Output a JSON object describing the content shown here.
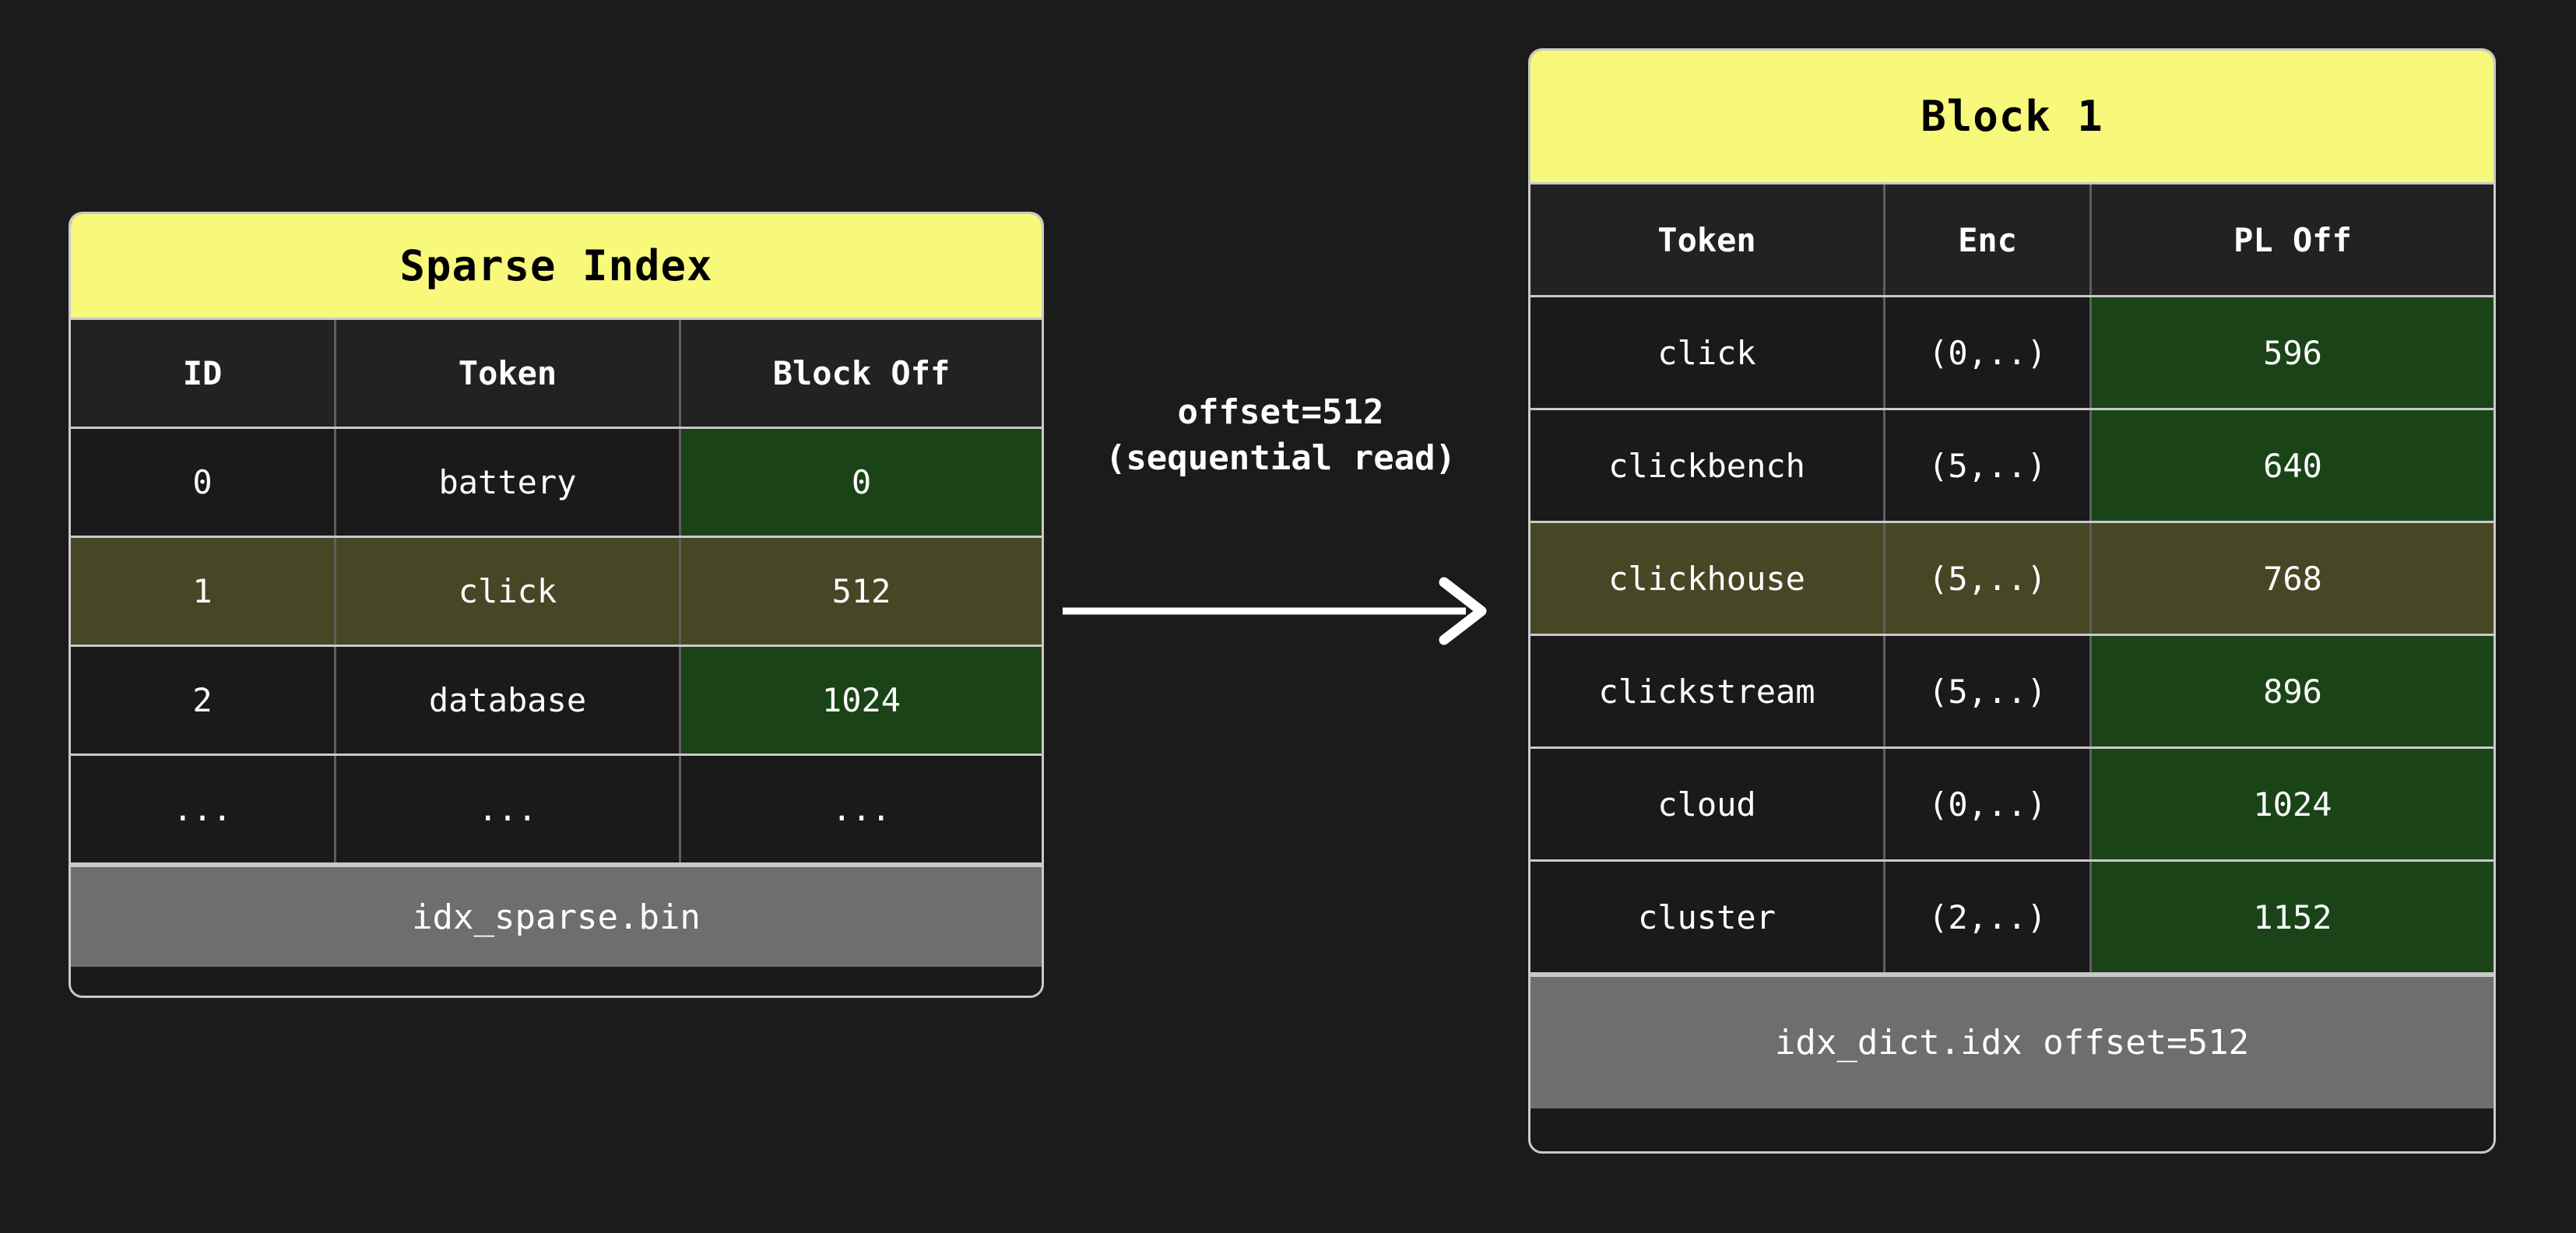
{
  "diagram": {
    "background_color": "#1b1b1b",
    "accent_yellow": "#f8f87a",
    "highlight_olive": "#474725",
    "green": "#1a4418",
    "footer_gray": "#6e6e6e",
    "border_gray": "#c9c9c9"
  },
  "sparse_index": {
    "title": "Sparse Index",
    "columns": [
      "ID",
      "Token",
      "Block Off"
    ],
    "rows": [
      {
        "id": "0",
        "token": "battery",
        "block_off": "0",
        "highlighted": false,
        "green_offset": true
      },
      {
        "id": "1",
        "token": "click",
        "block_off": "512",
        "highlighted": true,
        "green_offset": false
      },
      {
        "id": "2",
        "token": "database",
        "block_off": "1024",
        "highlighted": false,
        "green_offset": true
      },
      {
        "id": "...",
        "token": "...",
        "block_off": "...",
        "highlighted": false,
        "green_offset": false
      }
    ],
    "footer": "idx_sparse.bin"
  },
  "flow": {
    "label_line1": "offset=512",
    "label_line2": "(sequential read)",
    "arrow_icon": "arrow-right-icon",
    "direction": "left-to-right"
  },
  "block": {
    "title": "Block 1",
    "columns": [
      "Token",
      "Enc",
      "PL Off"
    ],
    "rows": [
      {
        "token": "click",
        "enc": "(0,..)",
        "pl_off": "596",
        "highlighted": false,
        "green_offset": true
      },
      {
        "token": "clickbench",
        "enc": "(5,..)",
        "pl_off": "640",
        "highlighted": false,
        "green_offset": true
      },
      {
        "token": "clickhouse",
        "enc": "(5,..)",
        "pl_off": "768",
        "highlighted": true,
        "green_offset": false
      },
      {
        "token": "clickstream",
        "enc": "(5,..)",
        "pl_off": "896",
        "highlighted": false,
        "green_offset": true
      },
      {
        "token": "cloud",
        "enc": "(0,..)",
        "pl_off": "1024",
        "highlighted": false,
        "green_offset": true
      },
      {
        "token": "cluster",
        "enc": "(2,..)",
        "pl_off": "1152",
        "highlighted": false,
        "green_offset": true
      }
    ],
    "footer": "idx_dict.idx offset=512"
  }
}
